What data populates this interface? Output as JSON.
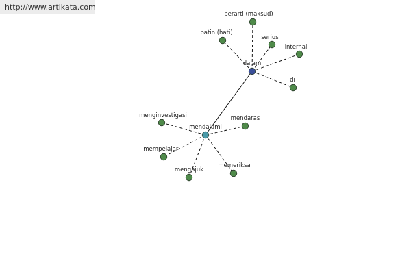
{
  "watermark": {
    "text": "http://www.artikata.com"
  },
  "colors": {
    "hub_dalam": "#3b4f9a",
    "hub_mendalami": "#4a9aa8",
    "leaf": "#4f8a4a",
    "edge": "#000000"
  },
  "graph": {
    "hubs": [
      {
        "id": "dalam",
        "label": "dalam"
      },
      {
        "id": "mendalami",
        "label": "mendalami"
      }
    ],
    "leaves": [
      {
        "id": "berarti",
        "label": "berarti (maksud)",
        "hub": "dalam"
      },
      {
        "id": "batin",
        "label": "batin (hati)",
        "hub": "dalam"
      },
      {
        "id": "serius",
        "label": "serius",
        "hub": "dalam"
      },
      {
        "id": "internal",
        "label": "internal",
        "hub": "dalam"
      },
      {
        "id": "di",
        "label": "di",
        "hub": "dalam"
      },
      {
        "id": "menginvestigasi",
        "label": "menginvestigasi",
        "hub": "mendalami"
      },
      {
        "id": "mendaras",
        "label": "mendaras",
        "hub": "mendalami"
      },
      {
        "id": "mempelajari",
        "label": "mempelajari",
        "hub": "mendalami"
      },
      {
        "id": "mengajuk",
        "label": "mengajuk",
        "hub": "mendalami"
      },
      {
        "id": "memeriksa",
        "label": "memeriksa",
        "hub": "mendalami"
      }
    ],
    "hub_link": [
      "dalam",
      "mendalami"
    ]
  }
}
